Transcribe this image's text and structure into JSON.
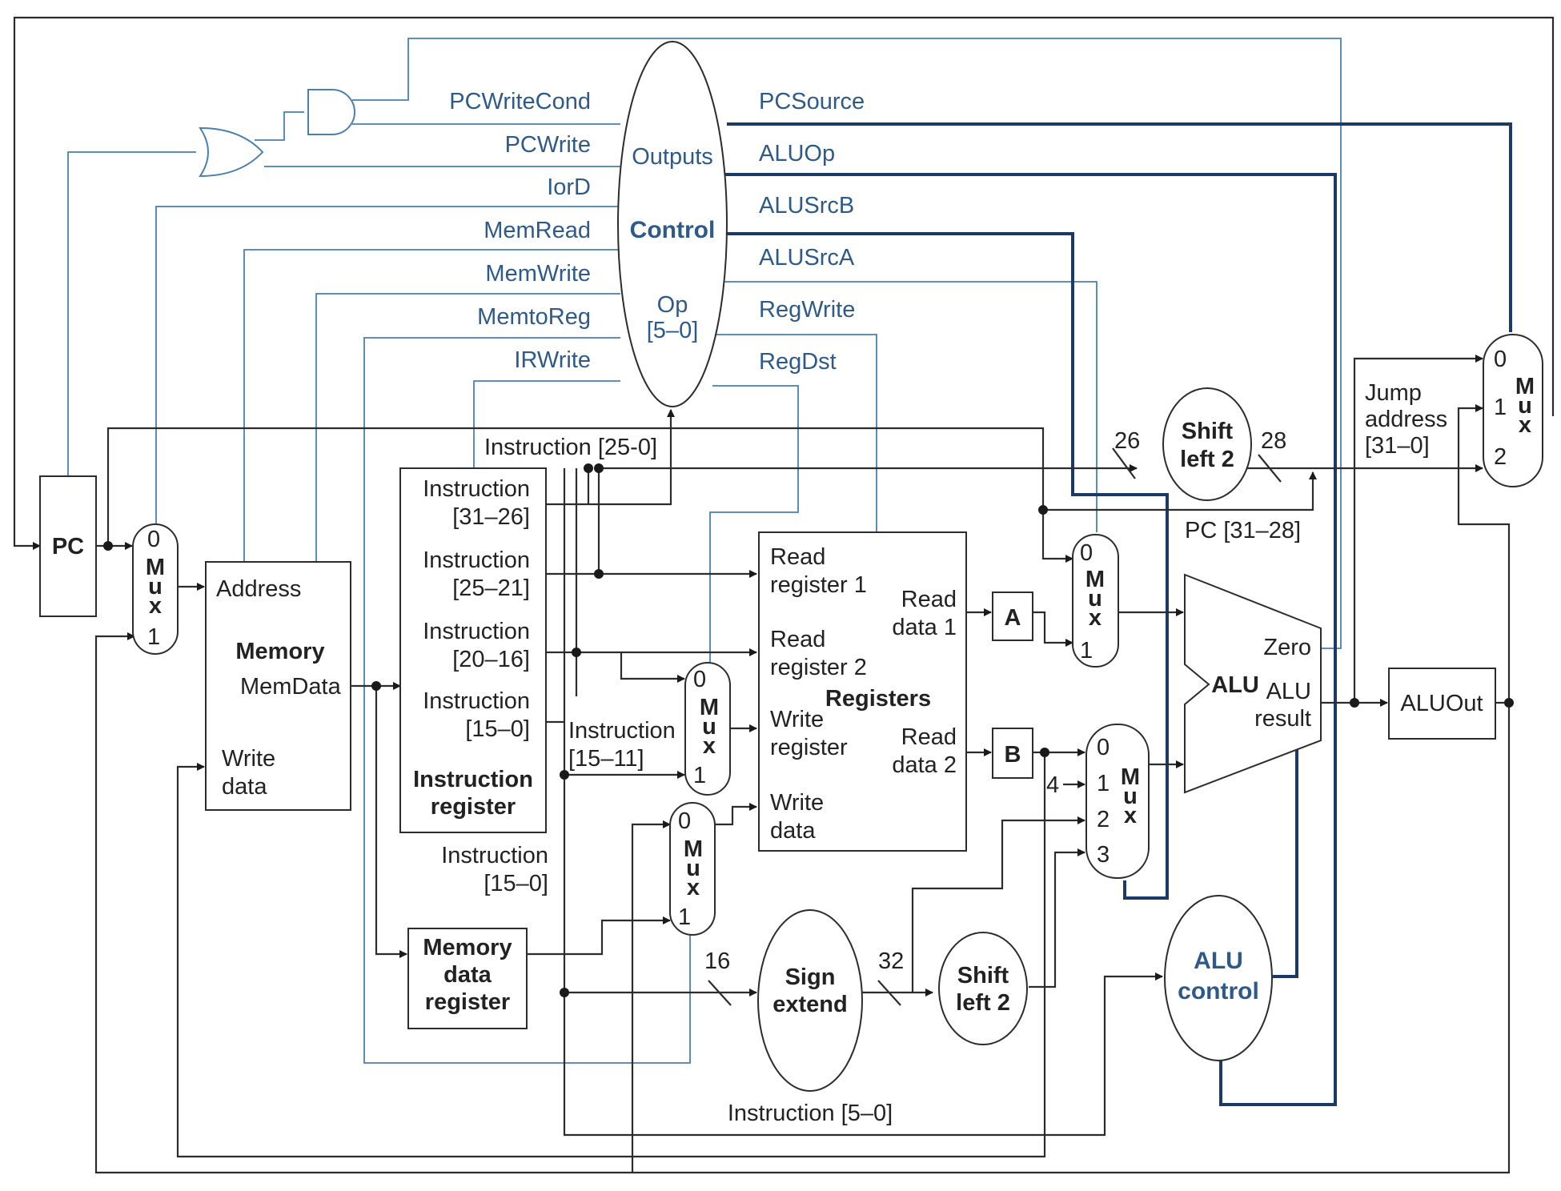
{
  "colors": {
    "control": "#2e5a8a",
    "datapath": "#2c2c2c",
    "control_wire": "#4a7fb0",
    "bold_control_wire": "#1d3a66"
  },
  "control": {
    "outputs_label": "Outputs",
    "title": "Control",
    "op_label": "Op",
    "op_bits": "[5–0]",
    "left_signals": [
      "PCWriteCond",
      "PCWrite",
      "IorD",
      "MemRead",
      "MemWrite",
      "MemtoReg",
      "IRWrite"
    ],
    "right_signals": [
      "PCSource",
      "ALUOp",
      "ALUSrcB",
      "ALUSrcA",
      "RegWrite",
      "RegDst"
    ]
  },
  "pc": {
    "label": "PC"
  },
  "mux_iord": {
    "in0": "0",
    "in1": "1",
    "letters": [
      "M",
      "u",
      "x"
    ]
  },
  "memory": {
    "address": "Address",
    "title": "Memory",
    "memdata": "MemData",
    "write_line1": "Write",
    "write_line2": "data"
  },
  "instruction_register": {
    "fields": [
      {
        "line1": "Instruction",
        "line2": "[31–26]"
      },
      {
        "line1": "Instruction",
        "line2": "[25–21]"
      },
      {
        "line1": "Instruction",
        "line2": "[20–16]"
      },
      {
        "line1": "Instruction",
        "line2": "[15–0]"
      }
    ],
    "title_line1": "Instruction",
    "title_line2": "register"
  },
  "labels": {
    "instr_25_0": "Instruction [25-0]",
    "instr_15_11_line1": "Instruction",
    "instr_15_11_line2": "[15–11]",
    "instr_15_0_line1": "Instruction",
    "instr_15_0_line2": "[15–0]",
    "instr_5_0": "Instruction [5–0]",
    "pc_31_28": "PC [31–28]",
    "jump_line1": "Jump",
    "jump_line2": "address",
    "jump_line3": "[31–0]",
    "bits_26": "26",
    "bits_28": "28",
    "bits_16": "16",
    "bits_32": "32",
    "const_4": "4"
  },
  "mdr": {
    "line1": "Memory",
    "line2": "data",
    "line3": "register"
  },
  "mux_regdst": {
    "in0": "0",
    "in1": "1",
    "letters": [
      "M",
      "u",
      "x"
    ]
  },
  "mux_memtoreg": {
    "in0": "0",
    "in1": "1",
    "letters": [
      "M",
      "u",
      "x"
    ]
  },
  "registers": {
    "read_reg1_line1": "Read",
    "read_reg1_line2": "register 1",
    "read_reg2_line1": "Read",
    "read_reg2_line2": "register 2",
    "write_reg_line1": "Write",
    "write_reg_line2": "register",
    "write_data_line1": "Write",
    "write_data_line2": "data",
    "read_data1_line1": "Read",
    "read_data1_line2": "data 1",
    "read_data2_line1": "Read",
    "read_data2_line2": "data 2",
    "title": "Registers"
  },
  "reg_a": "A",
  "reg_b": "B",
  "shift_top": {
    "line1": "Shift",
    "line2": "left 2"
  },
  "shift_bottom": {
    "line1": "Shift",
    "line2": "left 2"
  },
  "sign_extend": {
    "line1": "Sign",
    "line2": "extend"
  },
  "mux_alusrca": {
    "in0": "0",
    "in1": "1",
    "letters": [
      "M",
      "u",
      "x"
    ]
  },
  "mux_alusrcb": {
    "in0": "0",
    "in1": "1",
    "in2": "2",
    "in3": "3",
    "letters": [
      "M",
      "u",
      "x"
    ]
  },
  "alu": {
    "label": "ALU",
    "zero": "Zero",
    "result_line1": "ALU",
    "result_line2": "result"
  },
  "aluout": "ALUOut",
  "alu_control": {
    "line1": "ALU",
    "line2": "control"
  },
  "mux_pcsource": {
    "in0": "0",
    "in1": "1",
    "in2": "2",
    "letters": [
      "M",
      "u",
      "x"
    ]
  }
}
